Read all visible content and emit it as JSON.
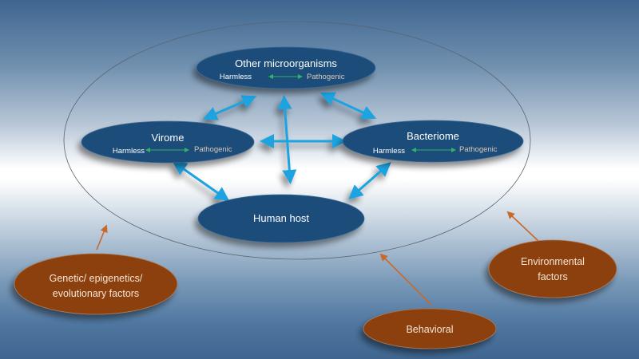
{
  "colors": {
    "node_fill": "#1f4e7a",
    "factor_fill": "#8c3f10",
    "interaction_arrow": "#1aa3e0",
    "influence_arrow": "#c8692a",
    "spectrum_arrow": "#2fb36a"
  },
  "nodes": {
    "other": {
      "title": "Other microorganisms",
      "left": "Harmless",
      "right": "Pathogenic"
    },
    "virome": {
      "title": "Virome",
      "left": "Harmless",
      "right": "Pathogenic"
    },
    "bacteriome": {
      "title": "Bacteriome",
      "left": "Harmless",
      "right": "Pathogenic"
    },
    "host": {
      "title": "Human host"
    }
  },
  "factors": {
    "genetic": {
      "line1": "Genetic/ epigenetics/",
      "line2": "evolutionary  factors"
    },
    "environmental": {
      "line1": "Environmental",
      "line2": "factors"
    },
    "behavioral": {
      "line1": "Behavioral"
    }
  }
}
